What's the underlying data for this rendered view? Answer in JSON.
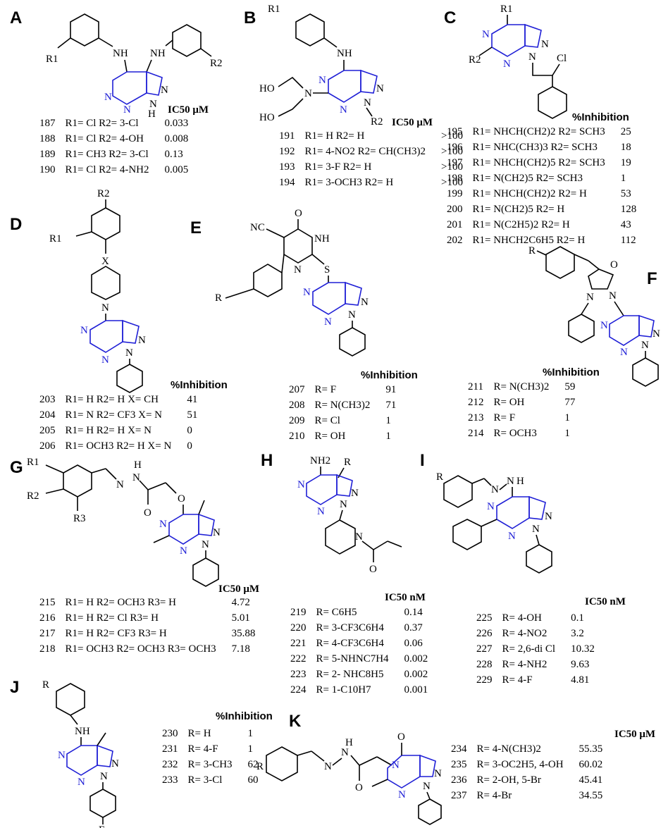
{
  "panels": {
    "A": {
      "label": "A",
      "header": "IC50 μM",
      "rows": [
        {
          "id": "187",
          "sub": "R1= Cl   R2= 3-Cl",
          "val": "0.033"
        },
        {
          "id": "188",
          "sub": "R1= Cl   R2= 4-OH",
          "val": "0.008"
        },
        {
          "id": "189",
          "sub": "R1= CH3   R2= 3-Cl",
          "val": "0.13"
        },
        {
          "id": "190",
          "sub": "R1= Cl   R2= 4-NH2",
          "val": "0.005"
        }
      ]
    },
    "B": {
      "label": "B",
      "header": "IC50 μM",
      "rows": [
        {
          "id": "191",
          "sub": "R1= H   R2= H",
          "val": ">100"
        },
        {
          "id": "192",
          "sub": "R1= 4-NO2   R2= CH(CH3)2",
          "val": ">100"
        },
        {
          "id": "193",
          "sub": "R1= 3-F   R2= H",
          "val": ">100"
        },
        {
          "id": "194",
          "sub": "R1= 3-OCH3   R2= H",
          "val": ">100"
        }
      ]
    },
    "C": {
      "label": "C",
      "header": "%Inhibition",
      "rows": [
        {
          "id": "195",
          "sub": "R1= NHCH(CH2)2   R2= SCH3",
          "val": "25"
        },
        {
          "id": "196",
          "sub": "R1= NHC(CH3)3   R2= SCH3",
          "val": "18"
        },
        {
          "id": "197",
          "sub": "R1= NHCH(CH2)5   R2= SCH3",
          "val": "19"
        },
        {
          "id": "198",
          "sub": "R1= N(CH2)5   R2= SCH3",
          "val": "1"
        },
        {
          "id": "199",
          "sub": "R1= NHCH(CH2)2   R2= H",
          "val": "53"
        },
        {
          "id": "200",
          "sub": "R1= N(CH2)5   R2= H",
          "val": "128"
        },
        {
          "id": "201",
          "sub": "R1= N(C2H5)2   R2= H",
          "val": "43"
        },
        {
          "id": "202",
          "sub": "R1= NHCH2C6H5   R2= H",
          "val": "112"
        }
      ]
    },
    "D": {
      "label": "D",
      "header": "%Inhibition",
      "rows": [
        {
          "id": "203",
          "sub": "R1= H   R2= H   X= CH",
          "val": "41"
        },
        {
          "id": "204",
          "sub": "R1= N   R2= CF3   X= N",
          "val": "51"
        },
        {
          "id": "205",
          "sub": "R1= H   R2= H   X= N",
          "val": "0"
        },
        {
          "id": "206",
          "sub": "R1= OCH3   R2= H   X= N",
          "val": "0"
        }
      ]
    },
    "E": {
      "label": "E",
      "header": "%Inhibition",
      "rows": [
        {
          "id": "207",
          "sub": "R= F",
          "val": "91"
        },
        {
          "id": "208",
          "sub": "R= N(CH3)2",
          "val": "71"
        },
        {
          "id": "209",
          "sub": "R= Cl",
          "val": "1"
        },
        {
          "id": "210",
          "sub": "R= OH",
          "val": "1"
        }
      ]
    },
    "F": {
      "label": "F",
      "header": "%Inhibition",
      "rows": [
        {
          "id": "211",
          "sub": "R= N(CH3)2",
          "val": "59"
        },
        {
          "id": "212",
          "sub": "R= OH",
          "val": "77"
        },
        {
          "id": "213",
          "sub": "R= F",
          "val": "1"
        },
        {
          "id": "214",
          "sub": "R= OCH3",
          "val": "1"
        }
      ]
    },
    "G": {
      "label": "G",
      "header": "IC50 μM",
      "rows": [
        {
          "id": "215",
          "sub": "R1= H   R2= OCH3   R3= H",
          "val": "4.72"
        },
        {
          "id": "216",
          "sub": "R1= H   R2= Cl   R3= H",
          "val": "5.01"
        },
        {
          "id": "217",
          "sub": "R1= H   R2= CF3   R3= H",
          "val": "35.88"
        },
        {
          "id": "218",
          "sub": "R1= OCH3   R2= OCH3   R3= OCH3",
          "val": "7.18"
        }
      ]
    },
    "H": {
      "label": "H",
      "header": "IC50 nM",
      "rows": [
        {
          "id": "219",
          "sub": "R= C6H5",
          "val": "0.14"
        },
        {
          "id": "220",
          "sub": "R= 3-CF3C6H4",
          "val": "0.37"
        },
        {
          "id": "221",
          "sub": "R= 4-CF3C6H4",
          "val": "0.06"
        },
        {
          "id": "222",
          "sub": "R= 5-NHNC7H4",
          "val": "0.002"
        },
        {
          "id": "223",
          "sub": "R= 2- NHC8H5",
          "val": "0.002"
        },
        {
          "id": "224",
          "sub": "R= 1-C10H7",
          "val": "0.001"
        }
      ]
    },
    "I": {
      "label": "I",
      "header": "IC50 nM",
      "rows": [
        {
          "id": "225",
          "sub": "R= 4-OH",
          "val": "0.1"
        },
        {
          "id": "226",
          "sub": "R= 4-NO2",
          "val": "3.2"
        },
        {
          "id": "227",
          "sub": "R= 2,6-di Cl",
          "val": "10.32"
        },
        {
          "id": "228",
          "sub": "R= 4-NH2",
          "val": "9.63"
        },
        {
          "id": "229",
          "sub": "R= 4-F",
          "val": "4.81"
        }
      ]
    },
    "J": {
      "label": "J",
      "header": "%Inhibition",
      "rows": [
        {
          "id": "230",
          "sub": "R= H",
          "val": "1"
        },
        {
          "id": "231",
          "sub": "R= 4-F",
          "val": "1"
        },
        {
          "id": "232",
          "sub": "R= 3-CH3",
          "val": "62"
        },
        {
          "id": "233",
          "sub": "R= 3-Cl",
          "val": "60"
        }
      ]
    },
    "K": {
      "label": "K",
      "header": "IC50 μM",
      "rows": [
        {
          "id": "234",
          "sub": "R= 4-N(CH3)2",
          "val": "55.35"
        },
        {
          "id": "235",
          "sub": "R= 3-OC2H5, 4-OH",
          "val": "60.02"
        },
        {
          "id": "236",
          "sub": "R= 2-OH, 5-Br",
          "val": "45.41"
        },
        {
          "id": "237",
          "sub": "R= 4-Br",
          "val": "34.55"
        }
      ]
    }
  },
  "atoms": {
    "NH": "NH",
    "N": "N",
    "H": "H",
    "HO": "HO",
    "Cl": "Cl",
    "O": "O",
    "S": "S",
    "NC": "NC",
    "X": "X",
    "R": "R",
    "R1": "R1",
    "R2": "R2",
    "R3": "R3",
    "NH2": "NH2",
    "F": "F"
  },
  "colors": {
    "scaffold": "#1f1fd6",
    "text": "#000000"
  }
}
